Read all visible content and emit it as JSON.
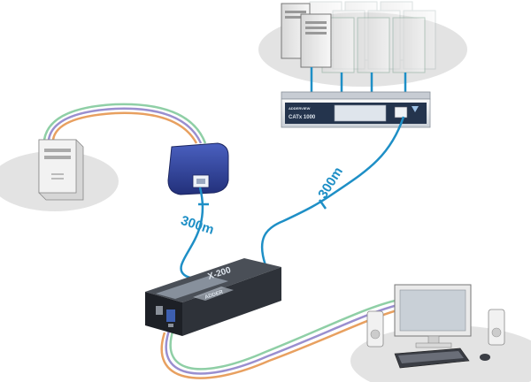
{
  "diagram": {
    "cable_labels": [
      {
        "id": "local-link",
        "text": "300m"
      },
      {
        "id": "switch-link",
        "text": "300m"
      }
    ],
    "device_labels": {
      "switch_brand": "ADDERVIEW",
      "switch_model": "CATx 1000",
      "extender_model": "X-200",
      "extender_brand": "ADDER"
    },
    "colors": {
      "cat_cable": "#1e8fc6",
      "cable_green": "#8fcfa6",
      "cable_purple": "#9a8fcf",
      "cable_orange": "#e8a060",
      "platform": "#e3e3e3",
      "computer_beige": "#efefef",
      "dongle_blue": "#2b3f9a"
    },
    "icons": [
      "server-rack",
      "kvm-switch",
      "desktop-tower",
      "cat-dongle",
      "kvm-extender",
      "workstation"
    ]
  }
}
